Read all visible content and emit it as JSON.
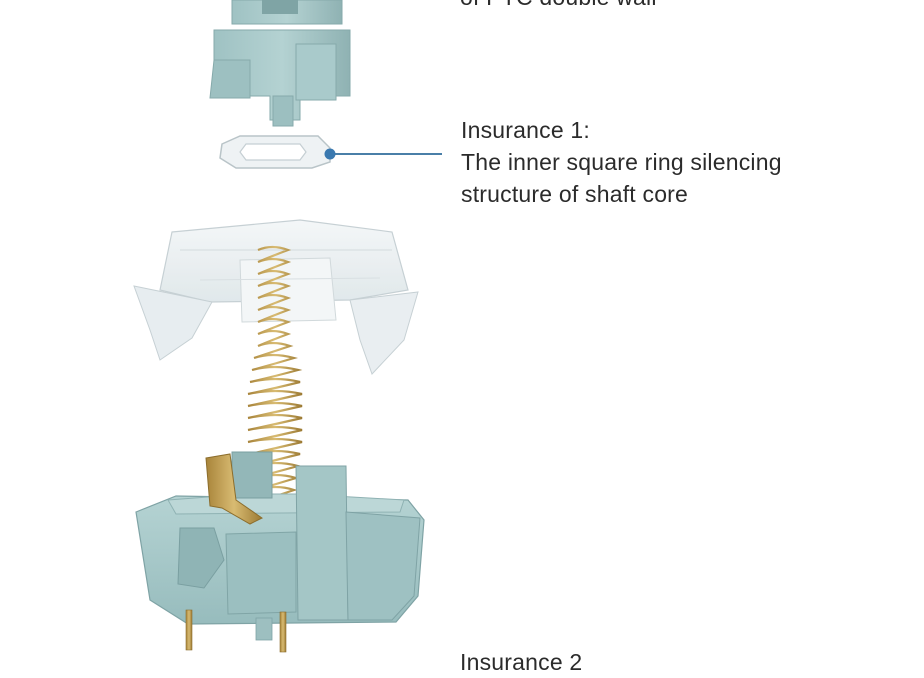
{
  "callouts": {
    "top_partial": "of PTC double wall",
    "insurance_1": {
      "title": "Insurance 1:",
      "line_1": "The inner square ring silencing",
      "line_2": "structure of shaft core"
    },
    "bottom_partial": "Insurance 2"
  },
  "colors": {
    "housing": "#a7c8c8",
    "housing_shade": "#8fb3b4",
    "housing_dark": "#7aa0a2",
    "leader_line": "#4a7fa8",
    "gold": "#c9a85a",
    "clear": "#eef3f5"
  }
}
